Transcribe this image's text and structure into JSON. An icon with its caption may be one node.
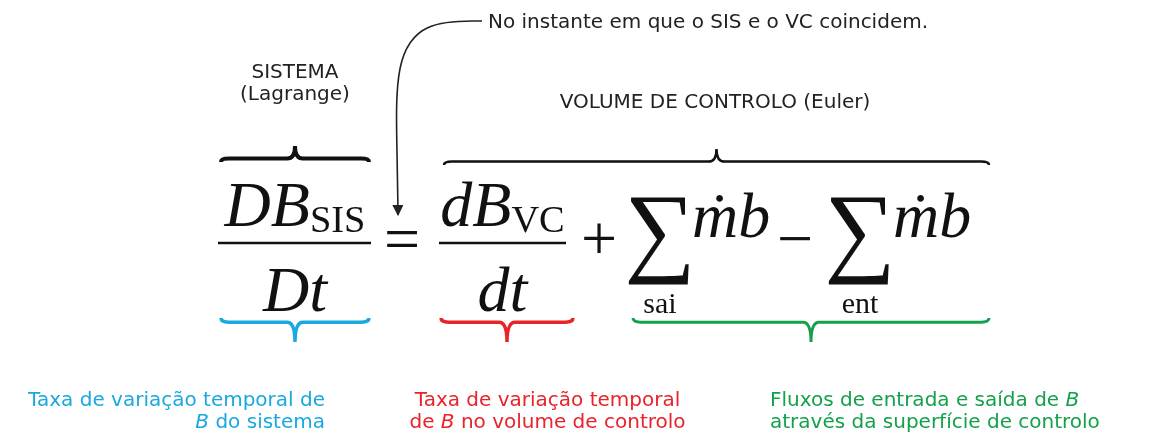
{
  "diagram": {
    "nodes": [
      {
        "text": [
          "No instante em que o SIS e o VC coincidem."
        ]
      },
      {
        "text": [
          "="
        ]
      }
    ],
    "edges": [
      {
        "from": 0,
        "to": 1,
        "arrow": "to"
      }
    ],
    "labels": [
      "SISTEMA (Lagrange)",
      "VOLUME DE CONTROLO (Euler)",
      "DB$_{SIS}$",
      "Dt",
      "dB$_{VC}$",
      "dt",
      "+",
      "∑",
      "ṁb",
      "sai",
      "−",
      "∑",
      "ṁb",
      "ent",
      "Taxa de variação temporal de *B* do sistema",
      "Taxa de variação temporal de *B* no volume de controlo",
      "Fluxos de entrada e saída de *B* através da superfície de controlo"
    ]
  }
}
